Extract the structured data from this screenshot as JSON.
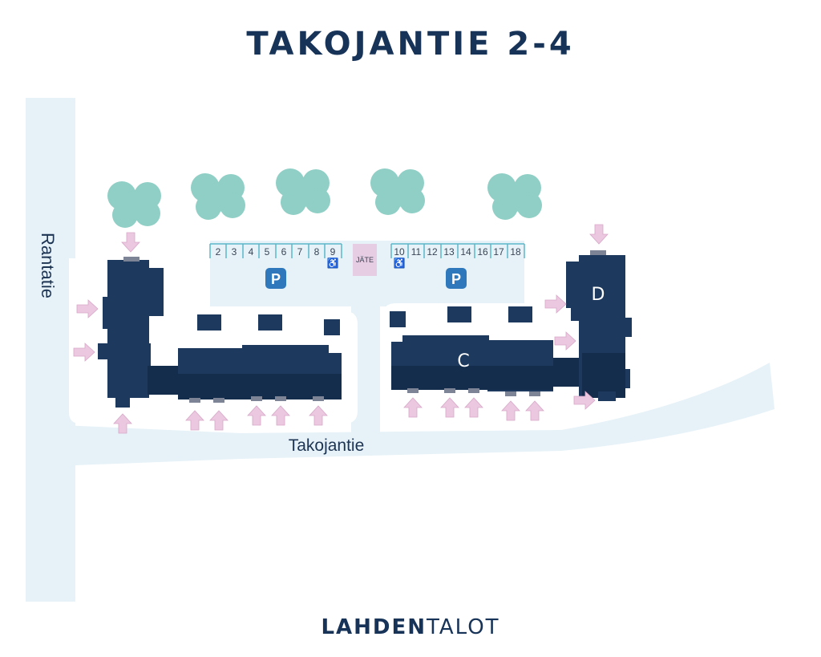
{
  "title": "TAKOJANTIE 2-4",
  "streets": {
    "west": "Rantatie",
    "south": "Takojantie"
  },
  "buildings": [
    {
      "label": "C"
    },
    {
      "label": "D"
    }
  ],
  "waste_label": "JÄTE",
  "parking_symbol": "P",
  "spots_left": [
    "2",
    "3",
    "4",
    "5",
    "6",
    "7",
    "8",
    "9"
  ],
  "spots_right": [
    "10",
    "11",
    "12",
    "13",
    "14",
    "16",
    "17",
    "18"
  ],
  "accessible_symbol": "♿",
  "brand": {
    "bold": "LAHDEN",
    "regular": "TALOT"
  },
  "colors": {
    "building": "#1d3a5e",
    "building_dark": "#142d4c",
    "road": "#e6f2f8",
    "tree": "#8fcfc5",
    "arrow": "#ecc8e0",
    "parking_sign": "#2f78bb",
    "spot_line": "#5bb6c9",
    "waste": "#e7cde3"
  }
}
